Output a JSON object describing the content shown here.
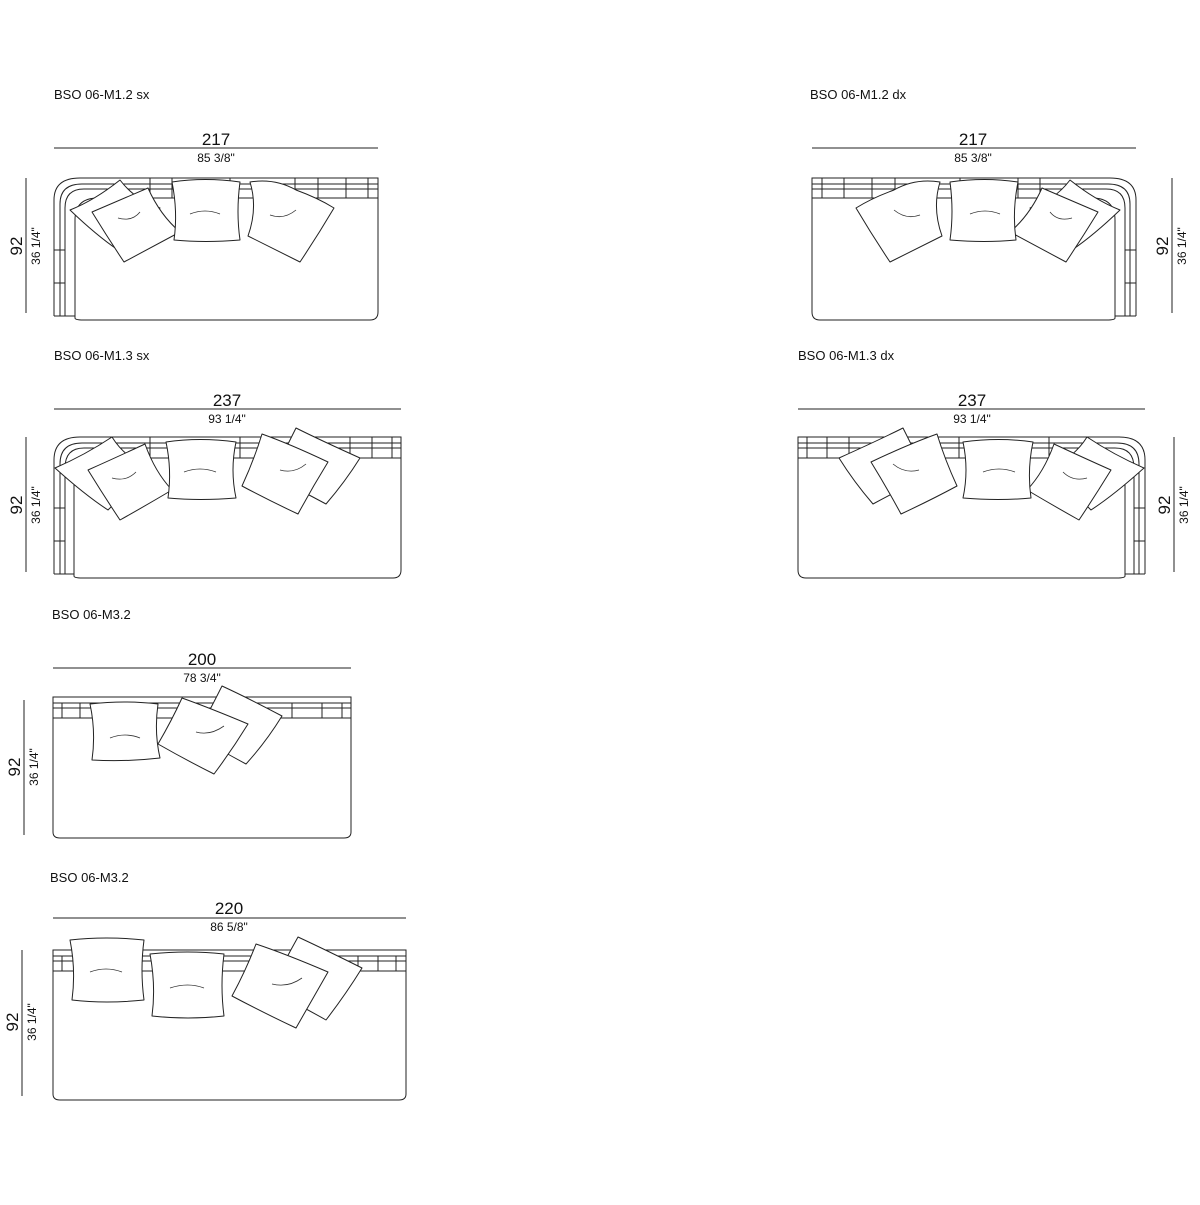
{
  "drawings": [
    {
      "id": "m12sx",
      "name": "BSO 06-M1.2 sx",
      "width_cm": "217",
      "width_in": "85 3/8\"",
      "depth_cm": "92",
      "depth_in": "36 1/4\""
    },
    {
      "id": "m12dx",
      "name": "BSO 06-M1.2 dx",
      "width_cm": "217",
      "width_in": "85 3/8\"",
      "depth_cm": "92",
      "depth_in": "36 1/4\""
    },
    {
      "id": "m13sx",
      "name": "BSO 06-M1.3 sx",
      "width_cm": "237",
      "width_in": "93 1/4\"",
      "depth_cm": "92",
      "depth_in": "36 1/4\""
    },
    {
      "id": "m13dx",
      "name": "BSO 06-M1.3 dx",
      "width_cm": "237",
      "width_in": "93 1/4\"",
      "depth_cm": "92",
      "depth_in": "36 1/4\""
    },
    {
      "id": "m32a",
      "name": "BSO 06-M3.2",
      "width_cm": "200",
      "width_in": "78 3/4\"",
      "depth_cm": "92",
      "depth_in": "36 1/4\""
    },
    {
      "id": "m32b",
      "name": "BSO 06-M3.2",
      "width_cm": "220",
      "width_in": "86 5/8\"",
      "depth_cm": "92",
      "depth_in": "36 1/4\""
    }
  ]
}
